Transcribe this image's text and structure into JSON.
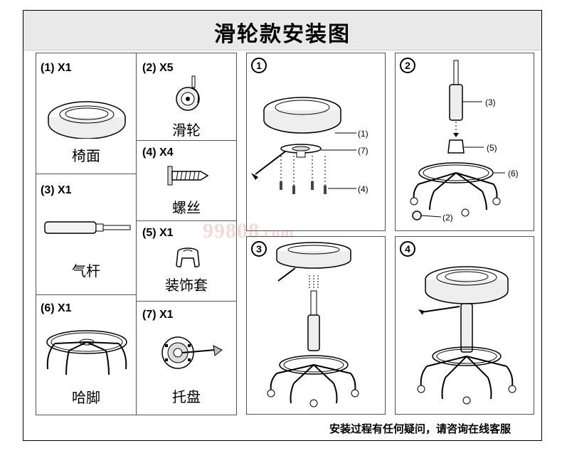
{
  "title": "滑轮款安装图",
  "parts": [
    {
      "label": "(1) X1",
      "name": "椅面"
    },
    {
      "label": "(2) X5",
      "name": "滑轮"
    },
    {
      "label": "(3) X1",
      "name": "气杆"
    },
    {
      "label": "(4) X4",
      "name": "螺丝"
    },
    {
      "label": "(5) X1",
      "name": "装饰套"
    },
    {
      "label": "(6) X1",
      "name": "哈脚"
    },
    {
      "label": "(7) X1",
      "name": "托盘"
    }
  ],
  "steps": [
    {
      "number": "1",
      "callouts": [
        "(1)",
        "(7)",
        "(4)"
      ]
    },
    {
      "number": "2",
      "callouts": [
        "(3)",
        "(5)",
        "(6)",
        "(2)"
      ]
    },
    {
      "number": "3"
    },
    {
      "number": "4"
    }
  ],
  "watermark": {
    "main": "99808",
    "suffix": ".com"
  },
  "footer": "安装过程有任何疑问，请咨询在线客服"
}
